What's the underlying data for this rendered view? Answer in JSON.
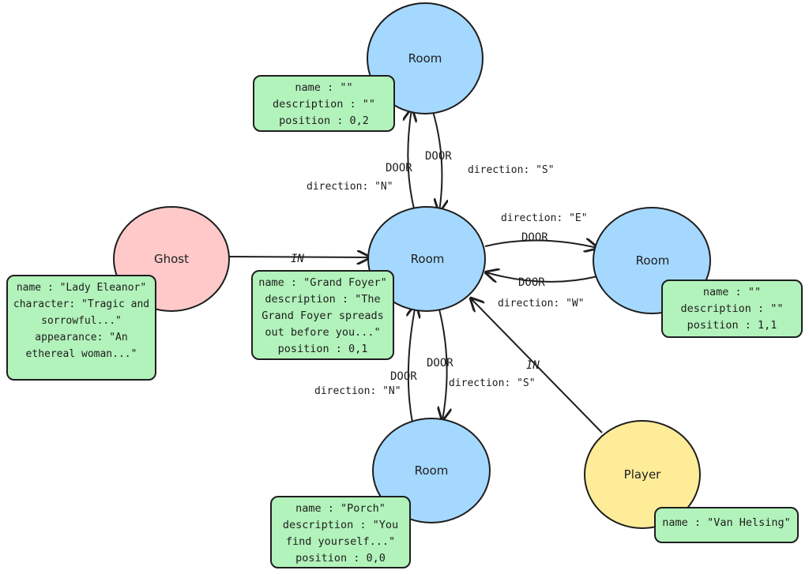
{
  "nodes": {
    "room_north": {
      "label": "Room"
    },
    "room_center": {
      "label": "Room"
    },
    "room_east": {
      "label": "Room"
    },
    "room_south": {
      "label": "Room"
    },
    "ghost": {
      "label": "Ghost"
    },
    "player": {
      "label": "Player"
    }
  },
  "edges": {
    "door_center_to_north": "DOOR",
    "door_north_to_center": "DOOR",
    "dir_n_top": "direction: \"N\"",
    "dir_s_top": "direction: \"S\"",
    "door_center_to_east": "DOOR",
    "door_east_to_center": "DOOR",
    "dir_e": "direction: \"E\"",
    "dir_w": "direction: \"W\"",
    "door_south_to_center": "DOOR",
    "door_center_to_south": "DOOR",
    "dir_n_bottom": "direction: \"N\"",
    "dir_s_bottom": "direction: \"S\"",
    "ghost_in": "IN",
    "player_in": "IN"
  },
  "properties": {
    "room_north": [
      "name : \"\"",
      "description : \"\"",
      "position : 0,2"
    ],
    "room_center": [
      "name : \"Grand Foyer\"",
      "description : \"The",
      "Grand Foyer spreads",
      "out before you...\"",
      "position : 0,1"
    ],
    "room_east": [
      "name : \"\"",
      "description : \"\"",
      "position : 1,1"
    ],
    "room_south": [
      "name : \"Porch\"",
      "description : \"You",
      "find yourself...\"",
      "position : 0,0"
    ],
    "ghost": [
      "name : \"Lady Eleanor\"",
      "character: \"Tragic and",
      "sorrowful...\"",
      "appearance: \"An",
      "ethereal woman...\""
    ],
    "player": [
      "name : \"Van Helsing\""
    ]
  },
  "colors": {
    "room": "#a5d8ff",
    "ghost": "#ffc9c9",
    "player": "#ffec99",
    "property_box": "#b2f2bb",
    "stroke": "#1e1e1e"
  }
}
